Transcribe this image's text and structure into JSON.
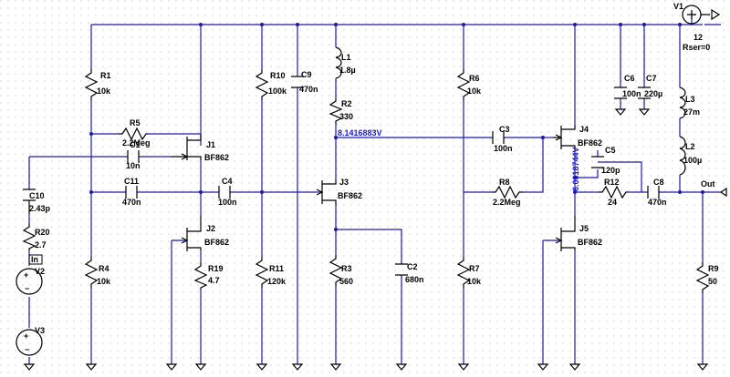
{
  "components": {
    "V1": {
      "ref": "V1",
      "value": "12",
      "extra": "Rser=0"
    },
    "V2": {
      "ref": "V2"
    },
    "V3": {
      "ref": "V3"
    },
    "L1": {
      "ref": "L1",
      "value": "1.8µ"
    },
    "L2": {
      "ref": "L2",
      "value": "100µ"
    },
    "L3": {
      "ref": "L3",
      "value": "27m"
    },
    "R1": {
      "ref": "R1",
      "value": "10k"
    },
    "R2": {
      "ref": "R2",
      "value": "330"
    },
    "R3": {
      "ref": "R3",
      "value": "560"
    },
    "R4": {
      "ref": "R4",
      "value": "10k"
    },
    "R5": {
      "ref": "R5",
      "value": "2.2Meg"
    },
    "R6": {
      "ref": "R6",
      "value": "10k"
    },
    "R7": {
      "ref": "R7",
      "value": "10k"
    },
    "R8": {
      "ref": "R8",
      "value": "2.2Meg"
    },
    "R9": {
      "ref": "R9",
      "value": "50"
    },
    "R10": {
      "ref": "R10",
      "value": "100k"
    },
    "R11": {
      "ref": "R11",
      "value": "120k"
    },
    "R12": {
      "ref": "R12",
      "value": "24"
    },
    "R19": {
      "ref": "R19",
      "value": "4.7"
    },
    "R20": {
      "ref": "R20",
      "value": "2.7"
    },
    "C1": {
      "ref": "C1",
      "value": "10n"
    },
    "C2": {
      "ref": "C2",
      "value": "680n"
    },
    "C3": {
      "ref": "C3",
      "value": "100n"
    },
    "C4": {
      "ref": "C4",
      "value": "100n"
    },
    "C5": {
      "ref": "C5",
      "value": "120p"
    },
    "C6": {
      "ref": "C6",
      "value": "100n"
    },
    "C7": {
      "ref": "C7",
      "value": "220µ"
    },
    "C8": {
      "ref": "C8",
      "value": "470n"
    },
    "C9": {
      "ref": "C9",
      "value": "470n"
    },
    "C10": {
      "ref": "C10",
      "value": "2.43p"
    },
    "C11": {
      "ref": "C11",
      "value": "470n"
    },
    "J1": {
      "ref": "J1",
      "value": "BF862"
    },
    "J2": {
      "ref": "J2",
      "value": "BF862"
    },
    "J3": {
      "ref": "J3",
      "value": "BF862"
    },
    "J4": {
      "ref": "J4",
      "value": "BF862"
    },
    "J5": {
      "ref": "J5",
      "value": "BF862"
    }
  },
  "nets": {
    "in": "In",
    "out": "Out"
  },
  "voltages": {
    "node_j3_drain": "8.1416883V",
    "node_output": "6.0018744V"
  },
  "colors": {
    "wire": "#1a1aaa",
    "voltage_text": "#1a1acc",
    "component": "#000000",
    "grid_dot": "#b4b4b4"
  }
}
